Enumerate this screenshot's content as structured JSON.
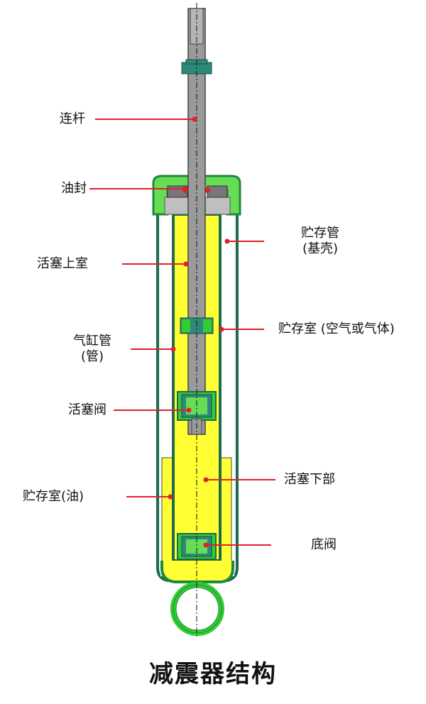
{
  "labels": {
    "rod": "连杆",
    "seal": "油封",
    "upper_chamber": "活塞上室",
    "cylinder_tube_1": "气缸管",
    "cylinder_tube_2": "(管)",
    "piston_valve": "活塞阀",
    "reservoir_oil": "贮存室(油)",
    "reservoir_tube_1": "贮存管",
    "reservoir_tube_2": "(基壳)",
    "reservoir_gas": "贮存室 (空气或气体)",
    "lower_part": "活塞下部",
    "base_valve": "底阀"
  },
  "title": "减震器结构",
  "colors": {
    "oil": "#ffff33",
    "tube_green": "#1f8a3c",
    "bright_green": "#33cc33",
    "rod_gray": "#9a9a9a",
    "leader_red": "#e0202a"
  }
}
